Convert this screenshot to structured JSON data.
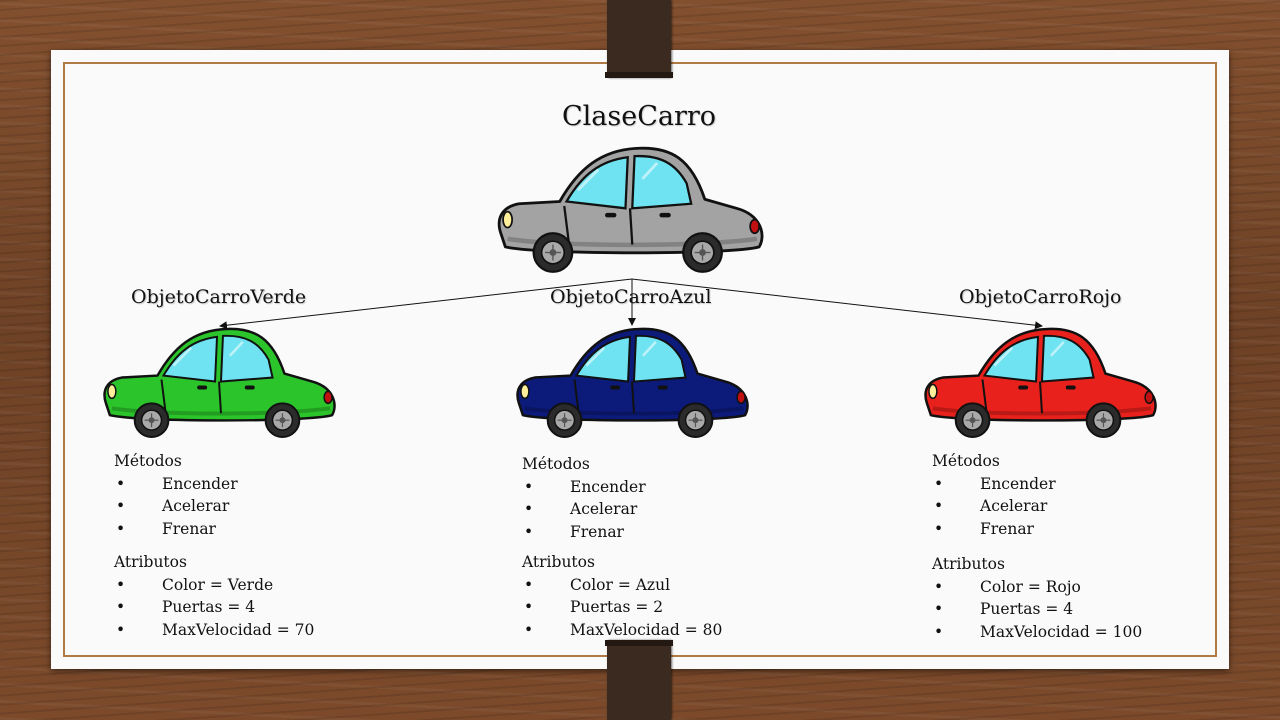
{
  "title": "ClaseCarro",
  "objects": [
    {
      "name": "ObjetoCarroVerde",
      "body_color": "#2bc42b",
      "methods_heading": "Métodos",
      "methods": [
        "Encender",
        "Acelerar",
        "Frenar"
      ],
      "attributes_heading": "Atributos",
      "attributes": [
        "Color = Verde",
        "Puertas = 4",
        "MaxVelocidad = 70"
      ]
    },
    {
      "name": "ObjetoCarroAzul",
      "body_color": "#0c1a7a",
      "methods_heading": "Métodos",
      "methods": [
        "Encender",
        "Acelerar",
        "Frenar"
      ],
      "attributes_heading": "Atributos",
      "attributes": [
        "Color = Azul",
        "Puertas = 2",
        "MaxVelocidad = 80"
      ]
    },
    {
      "name": "ObjetoCarroRojo",
      "body_color": "#e8211c",
      "methods_heading": "Métodos",
      "methods": [
        "Encender",
        "Acelerar",
        "Frenar"
      ],
      "attributes_heading": "Atributos",
      "attributes": [
        "Color = Rojo",
        "Puertas = 4",
        "MaxVelocidad = 100"
      ]
    }
  ],
  "class_car_color": "#a3a3a3",
  "window_color": "#6fe3f2",
  "frame_color": "#b07a45"
}
